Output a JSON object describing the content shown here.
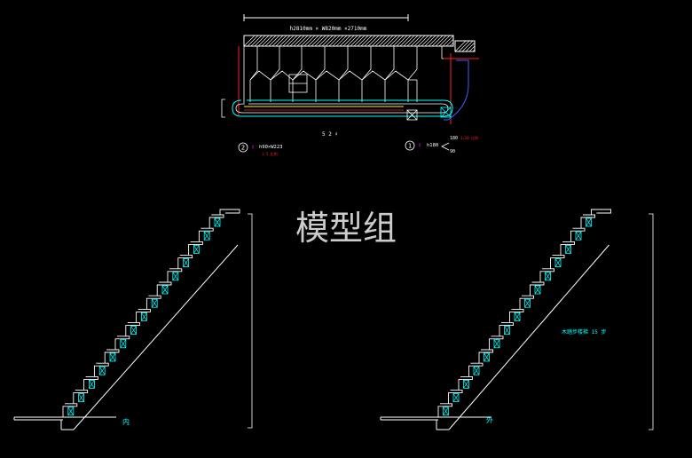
{
  "title": "模型组",
  "plan": {
    "dimension_label": "h2810mm × W820mm ×2710mm",
    "scale_label": "5 2 ♯",
    "note_left_num": "2",
    "note_left_text": "h90×W223",
    "note_left_sub": "1:5 比例",
    "note_right_num": "1",
    "note_right_text": "h180",
    "note_right_sub": "1:20 比例",
    "note_right_a": "180",
    "note_right_b": "90"
  },
  "stair_left": {
    "label": "内"
  },
  "stair_right": {
    "label": "外",
    "annotation": "木踏步楼梯 15 步"
  },
  "colors": {
    "background": "#000000",
    "line_white": "#ffffff",
    "line_cyan": "#00ffff",
    "line_red": "#ff2020",
    "line_yellow": "#ffff00",
    "line_magenta": "#ff00ff",
    "line_blue": "#4060ff",
    "title_grey": "#cccccc"
  }
}
